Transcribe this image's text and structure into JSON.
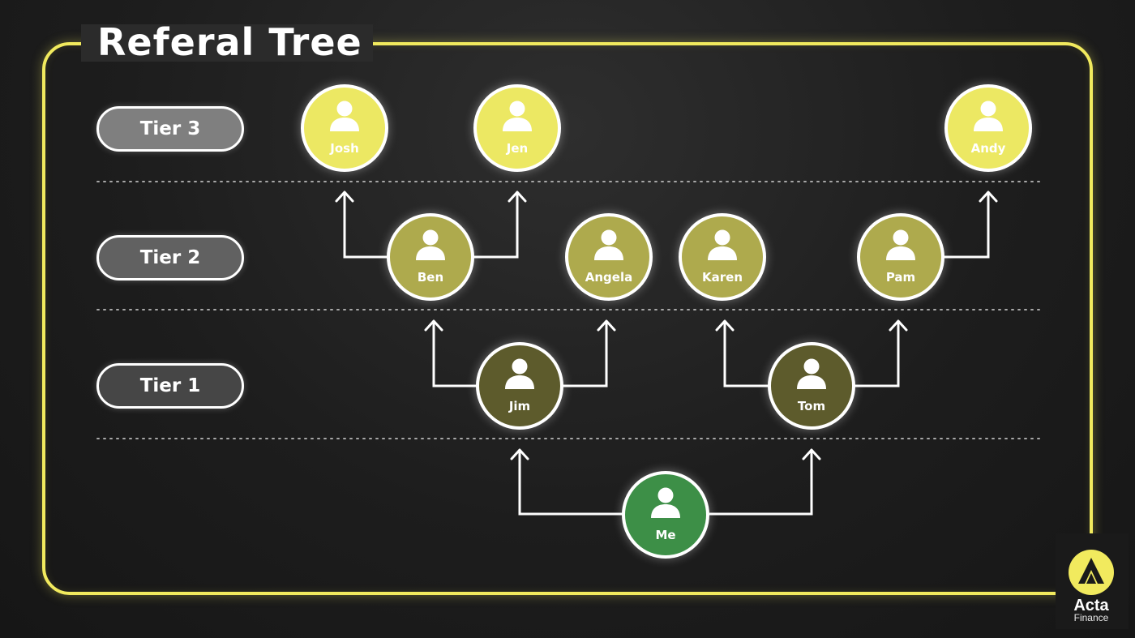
{
  "title": "Referal Tree",
  "tiers": [
    {
      "label": "Tier 3",
      "fill": "#7f7f7f"
    },
    {
      "label": "Tier 2",
      "fill": "#616161"
    },
    {
      "label": "Tier 1",
      "fill": "#464646"
    }
  ],
  "nodes": {
    "josh": {
      "name": "Josh",
      "tier": 3,
      "fill": "#ece863"
    },
    "jen": {
      "name": "Jen",
      "tier": 3,
      "fill": "#ece863"
    },
    "andy": {
      "name": "Andy",
      "tier": 3,
      "fill": "#ece863"
    },
    "ben": {
      "name": "Ben",
      "tier": 2,
      "fill": "#aeaa4d"
    },
    "angela": {
      "name": "Angela",
      "tier": 2,
      "fill": "#aeaa4d"
    },
    "karen": {
      "name": "Karen",
      "tier": 2,
      "fill": "#aeaa4d"
    },
    "pam": {
      "name": "Pam",
      "tier": 2,
      "fill": "#aeaa4d"
    },
    "jim": {
      "name": "Jim",
      "tier": 1,
      "fill": "#5d5b2c"
    },
    "tom": {
      "name": "Tom",
      "tier": 1,
      "fill": "#5d5b2c"
    },
    "me": {
      "name": "Me",
      "tier": 0,
      "fill": "#3d8f47"
    }
  },
  "edges": [
    [
      "me",
      "jim"
    ],
    [
      "me",
      "tom"
    ],
    [
      "jim",
      "ben"
    ],
    [
      "jim",
      "angela"
    ],
    [
      "tom",
      "karen"
    ],
    [
      "tom",
      "pam"
    ],
    [
      "ben",
      "josh"
    ],
    [
      "ben",
      "jen"
    ],
    [
      "pam",
      "andy"
    ]
  ],
  "colors": {
    "accent": "#f1ea5e",
    "line": "#ffffff",
    "divider": "#9a9a9a"
  },
  "brand": {
    "name": "Acta",
    "sub": "Finance",
    "icon": "acta-logo-icon"
  }
}
